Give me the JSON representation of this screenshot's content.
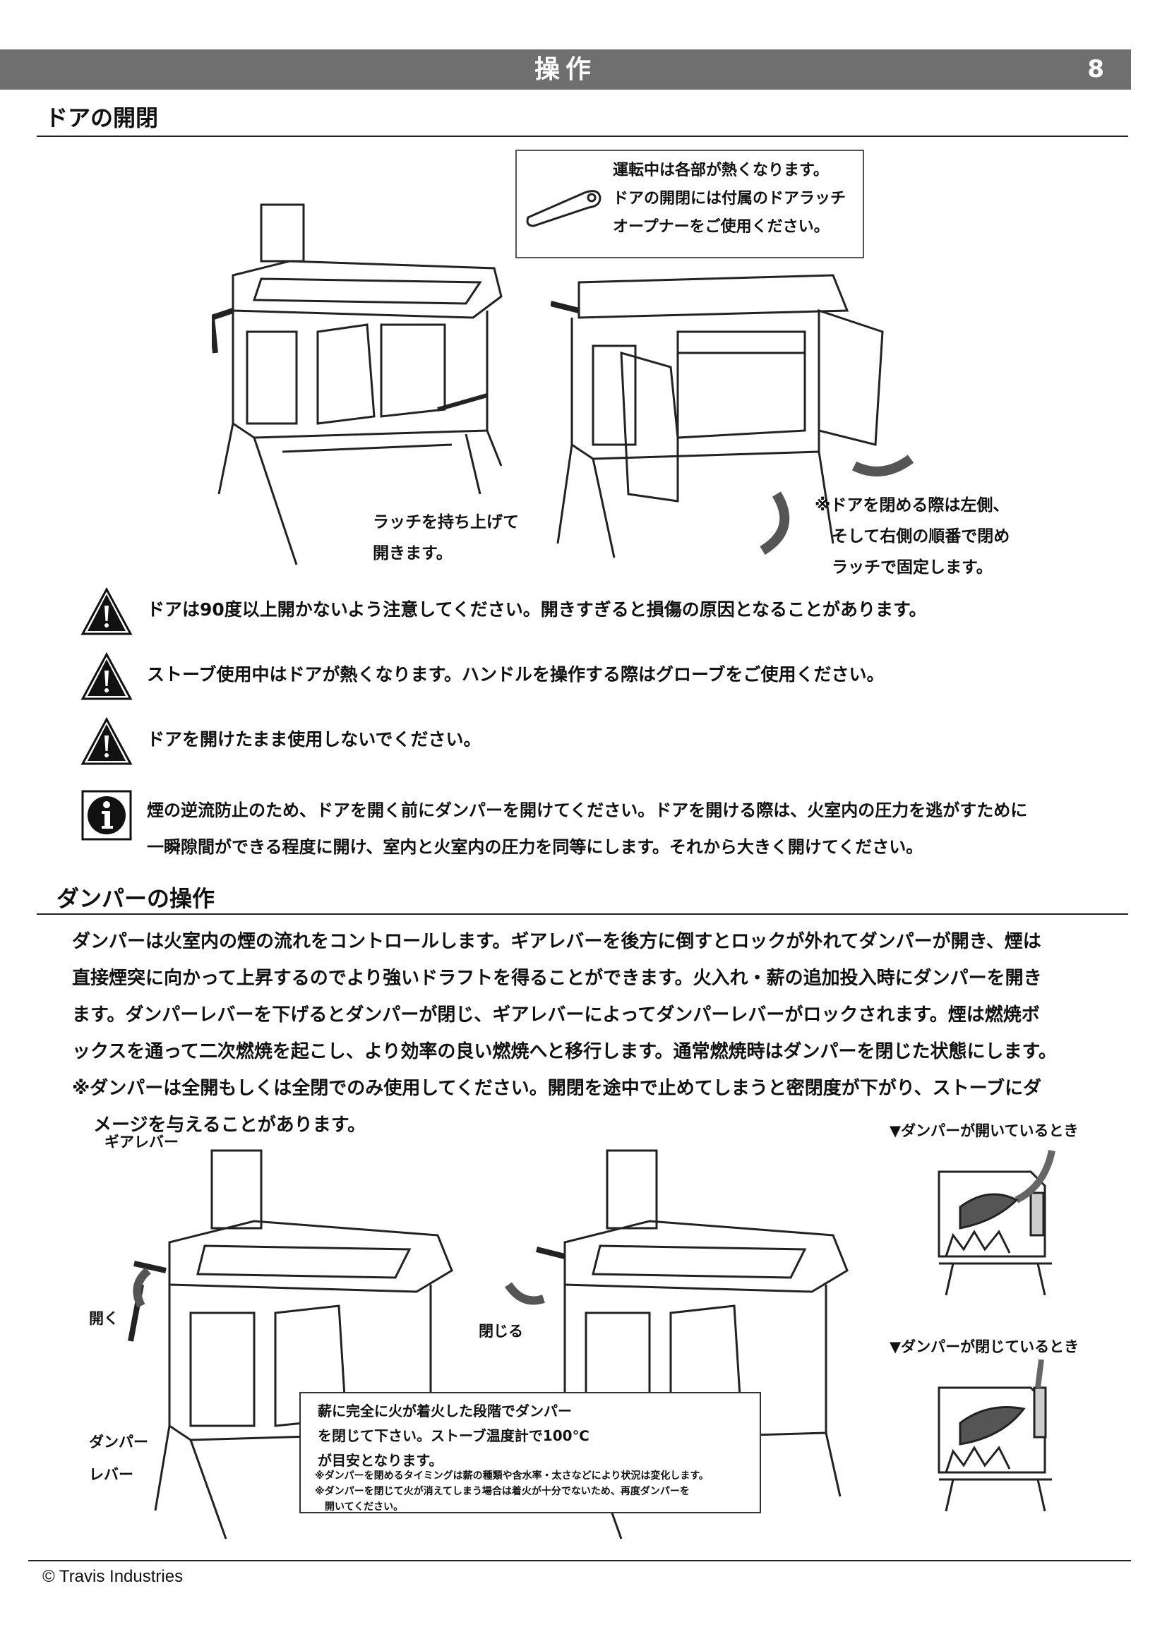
{
  "header": {
    "title": "操作",
    "page_number": "8"
  },
  "sections": {
    "door": {
      "heading": "ドアの開閉",
      "callout_lines": [
        "運転中は各部が熱くなります。",
        "ドアの開閉には付属のドアラッチ",
        "オープナーをご使用ください。"
      ],
      "latch_caption": [
        "ラッチを持ち上げて",
        "開きます。"
      ],
      "close_caption": [
        "※ドアを閉める際は左側、",
        "そして右側の順番で閉め",
        "ラッチで固定します。"
      ],
      "warnings": [
        "ドアは90度以上開かないよう注意してください。開きすぎると損傷の原因となることがあります。",
        "ストーブ使用中はドアが熱くなります。ハンドルを操作する際はグローブをご使用ください。",
        "ドアを開けたまま使用しないでください。"
      ],
      "info_lines": [
        "煙の逆流防止のため、ドアを開く前にダンパーを開けてください。ドアを開ける際は、火室内の圧力を逃がすために",
        "一瞬隙間ができる程度に開け、室内と火室内の圧力を同等にします。それから大きく開けてください。"
      ]
    },
    "damper": {
      "heading": "ダンパーの操作",
      "paragraph_lines": [
        "ダンパーは火室内の煙の流れをコントロールします。ギアレバーを後方に倒すとロックが外れてダンパーが開き、煙は",
        "直接煙突に向かって上昇するのでより強いドラフトを得ることができます。火入れ・薪の追加投入時にダンパーを開き",
        "ます。ダンパーレバーを下げるとダンパーが閉じ、ギアレバーによってダンパーレバーがロックされます。煙は燃焼ボ",
        "ックスを通って二次燃焼を起こし、より効率の良い燃焼へと移行します。通常燃焼時はダンパーを閉じた状態にします。",
        "※ダンパーは全開もしくは全閉でのみ使用してください。開閉を途中で止めてしまうと密閉度が下がり、ストーブにダ",
        "メージを与えることがあります。"
      ],
      "labels": {
        "gear_lever": "ギアレバー",
        "open": "開く",
        "close": "閉じる",
        "damper_lever": [
          "ダンパー",
          "レバー"
        ],
        "damper_open": "▼ダンパーが開いているとき",
        "damper_closed": "▼ダンパーが閉じているとき"
      },
      "note_main": [
        "薪に完全に火が着火した段階でダンパー",
        "を閉じて下さい。ストーブ温度計で100℃",
        "が目安となります。"
      ],
      "note_small": [
        "※ダンパーを閉めるタイミングは薪の種類や含水率・太さなどにより状況は変化します。",
        "※ダンパーを閉じて火が消えてしまう場合は着火が十分でないため、再度ダンパーを",
        "　開いてください。"
      ]
    }
  },
  "footer": {
    "copyright": "© Travis Industries"
  },
  "icons": {
    "warning": "warning-triangle-icon",
    "info": "info-icon"
  }
}
